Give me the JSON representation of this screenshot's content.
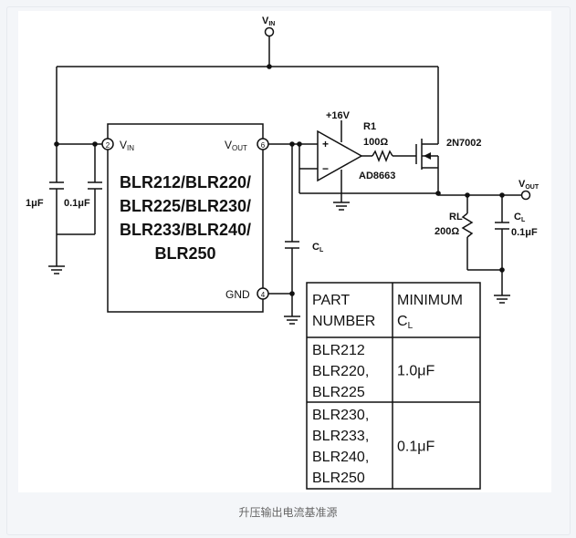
{
  "caption": "升压输出电流基准源",
  "circuit": {
    "vin_label": "V",
    "vin_sub": "IN",
    "chip": {
      "lines": [
        "BLR212/BLR220/",
        "BLR225/BLR230/",
        "BLR233/BLR240/",
        "BLR250"
      ],
      "pin2_num": "2",
      "pin2_name": "V",
      "pin2_sub": "IN",
      "pin6_num": "6",
      "pin6_name": "V",
      "pin6_sub": "OUT",
      "pin4_num": "4",
      "pin4_name": "GND"
    },
    "cap1": "1μF",
    "cap2": "0.1μF",
    "cl_label": "C",
    "cl_sub": "L",
    "supply": "+16V",
    "r1_name": "R1",
    "r1_value": "100Ω",
    "opamp": "AD8663",
    "opamp_plus": "+",
    "opamp_minus": "−",
    "mosfet": "2N7002",
    "rl_name": "RL",
    "rl_value": "200Ω",
    "cout_name": "C",
    "cout_sub": "L",
    "cout_value": "0.1μF",
    "vout_label": "V",
    "vout_sub": "OUT"
  },
  "table": {
    "header": [
      "PART\nNUMBER",
      "MINIMUM\nC"
    ],
    "header_sub": "L",
    "rows": [
      {
        "parts": "BLR212\nBLR220,\nBLR225",
        "cap": "1.0μF"
      },
      {
        "parts": "BLR230,\nBLR233,\nBLR240,\nBLR250",
        "cap": "0.1μF"
      }
    ]
  }
}
